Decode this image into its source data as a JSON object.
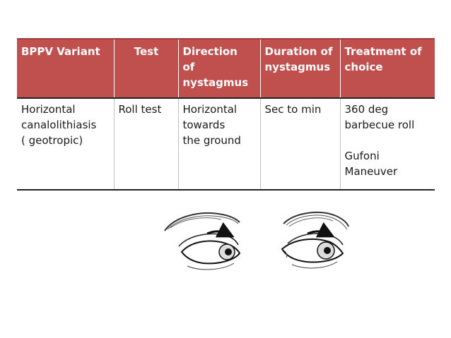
{
  "table": {
    "headers": [
      [
        "BPPV Variant"
      ],
      [
        "Test"
      ],
      [
        "Direction",
        "of",
        "nystagmus"
      ],
      [
        "Duration of",
        "nystagmus"
      ],
      [
        "Treatment of",
        "choice"
      ]
    ],
    "row": {
      "variant": [
        "Horizontal",
        "canalolithiasis",
        "( geotropic)"
      ],
      "test": [
        "Roll test"
      ],
      "direction": [
        "Horizontal",
        "towards",
        "the ground"
      ],
      "duration": [
        "Sec to min"
      ],
      "treatment": [
        "360 deg",
        "barbecue roll",
        "",
        "Gufoni",
        "Maneuver"
      ]
    }
  },
  "colors": {
    "header_background": "#c0504d",
    "header_text": "#ffffff",
    "body_text": "#1a1a1a"
  },
  "illustration": {
    "icon": "eyes-looking-right-with-arrows-icon"
  }
}
